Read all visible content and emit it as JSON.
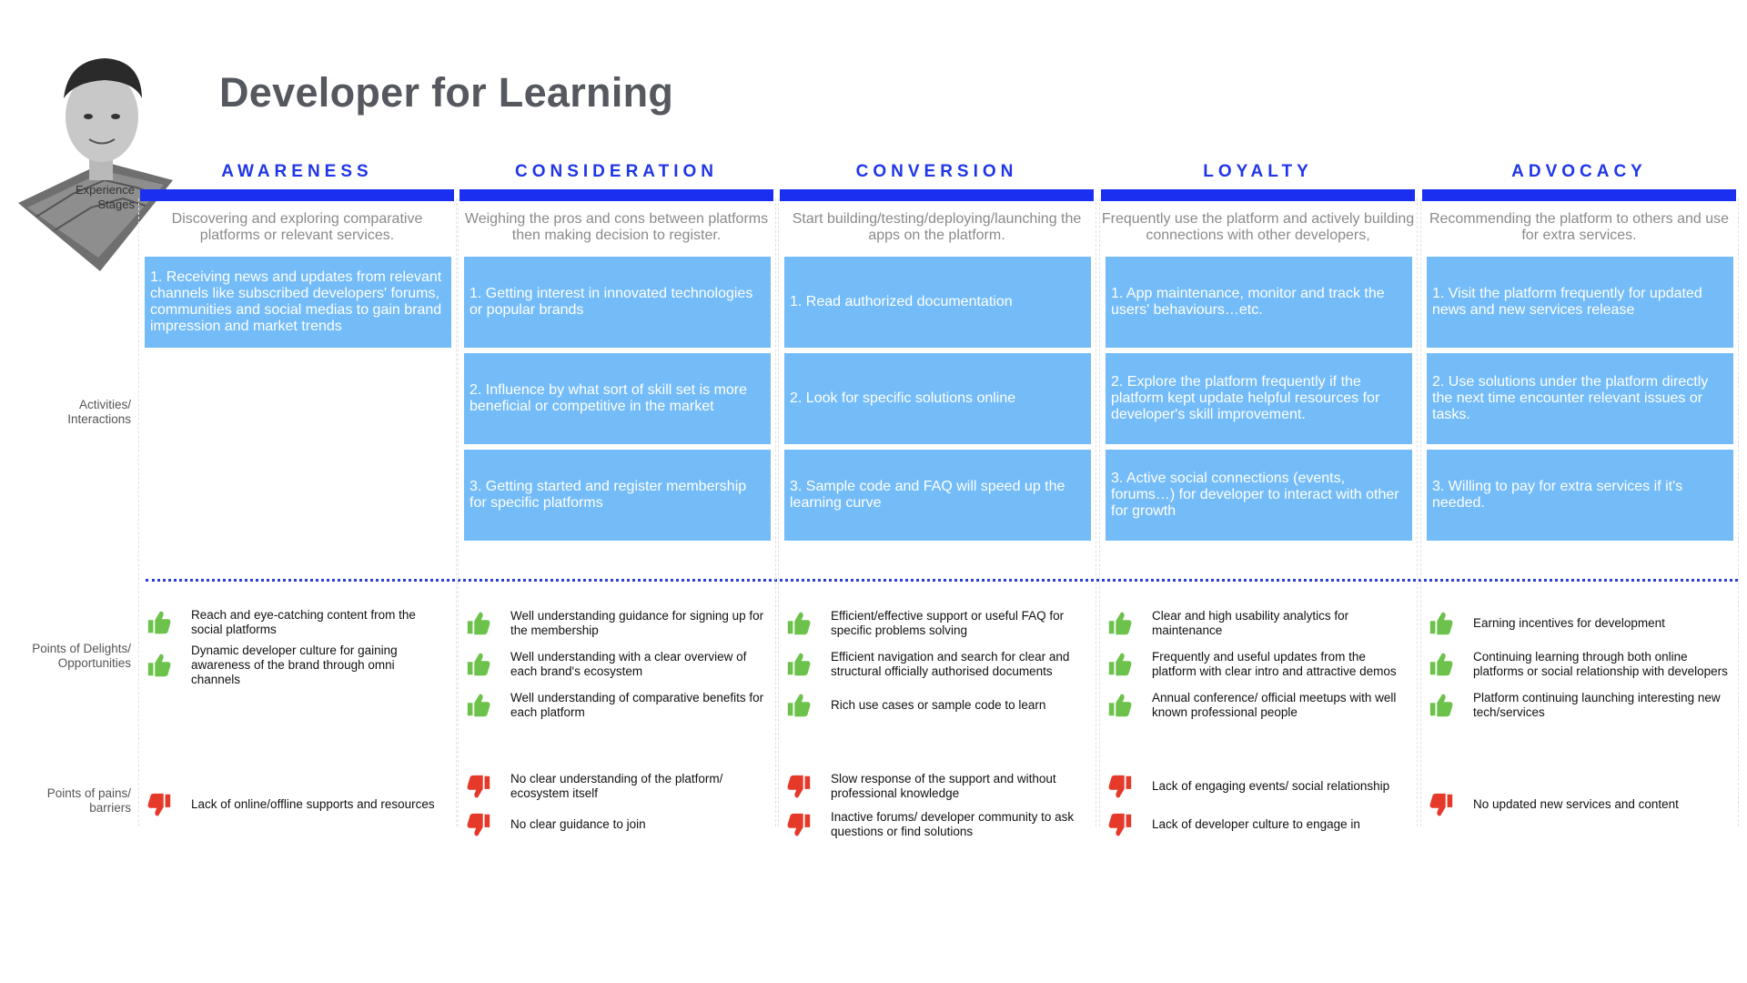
{
  "title": "Developer for Learning",
  "stage_caption": "Experience Stages",
  "row_labels": {
    "activities": "Activities/ Interactions",
    "delights": "Points of Delights/ Opportunities",
    "pains": "Points of pains/ barriers"
  },
  "colors": {
    "stage_blue": "#1a2ff0",
    "box_blue": "#74bcf8",
    "thumb_up": "#6cc24a",
    "thumb_down": "#e5392a"
  },
  "stages": [
    {
      "name": "AWARENESS",
      "description": "Discovering and exploring comparative platforms or relevant services.",
      "activities": [
        "1. Receiving news and updates from relevant channels like subscribed developers' forums, communities and social medias to gain brand impression and market trends"
      ],
      "delights": [
        "Reach and eye-catching content from the social platforms",
        "Dynamic developer culture for gaining awareness of the brand through omni channels"
      ],
      "pains": [
        "Lack of online/offline supports and resources"
      ]
    },
    {
      "name": "CONSIDERATION",
      "description": "Weighing the pros and cons between platforms then making decision to register.",
      "activities": [
        "1. Getting interest in innovated technologies or popular brands",
        "2. Influence by what sort of skill set is more beneficial or competitive in the market",
        "3. Getting started and register membership for specific platforms"
      ],
      "delights": [
        "Well understanding guidance for signing up for the membership",
        "Well understanding with a clear overview of each brand's ecosystem",
        "Well understanding of comparative benefits for each platform"
      ],
      "pains": [
        "No clear understanding of the platform/ ecosystem itself",
        "No clear guidance to join"
      ]
    },
    {
      "name": "CONVERSION",
      "description": "Start building/testing/deploying/launching the apps on the platform.",
      "activities": [
        "1. Read authorized documentation",
        "2. Look for specific solutions online",
        "3. Sample code and FAQ will speed up the learning curve"
      ],
      "delights": [
        "Efficient/effective support or useful FAQ for specific problems solving",
        "Efficient navigation and search for clear and structural officially authorised documents",
        "Rich use cases or sample code to learn"
      ],
      "pains": [
        "Slow response of the support and without professional knowledge",
        "Inactive forums/ developer community to ask questions or find solutions"
      ]
    },
    {
      "name": "LOYALTY",
      "description": "Frequently use the platform and actively building connections with other developers,",
      "activities": [
        "1. App maintenance, monitor and track the users' behaviours…etc.",
        "2. Explore the platform frequently if the platform kept update helpful resources for developer's skill improvement.",
        "3. Active social connections (events, forums…) for developer to interact with other for growth"
      ],
      "delights": [
        "Clear and high usability analytics for maintenance",
        "Frequently and useful updates from the platform with clear intro and attractive demos",
        "Annual conference/ official meetups with well known professional people"
      ],
      "pains": [
        "Lack of engaging events/ social relationship",
        "Lack of developer culture to engage in"
      ]
    },
    {
      "name": "ADVOCACY",
      "description": "Recommending the platform to others and use for extra services.",
      "activities": [
        "1. Visit the platform frequently for updated news and new services release",
        "2. Use solutions under the platform directly the next time encounter relevant issues or tasks.",
        "3. Willing to pay for extra services if it's needed."
      ],
      "delights": [
        "Earning incentives for development",
        "Continuing learning through both online platforms or social relationship with developers",
        "Platform continuing launching interesting new tech/services"
      ],
      "pains": [
        "No updated new services and content"
      ]
    }
  ]
}
